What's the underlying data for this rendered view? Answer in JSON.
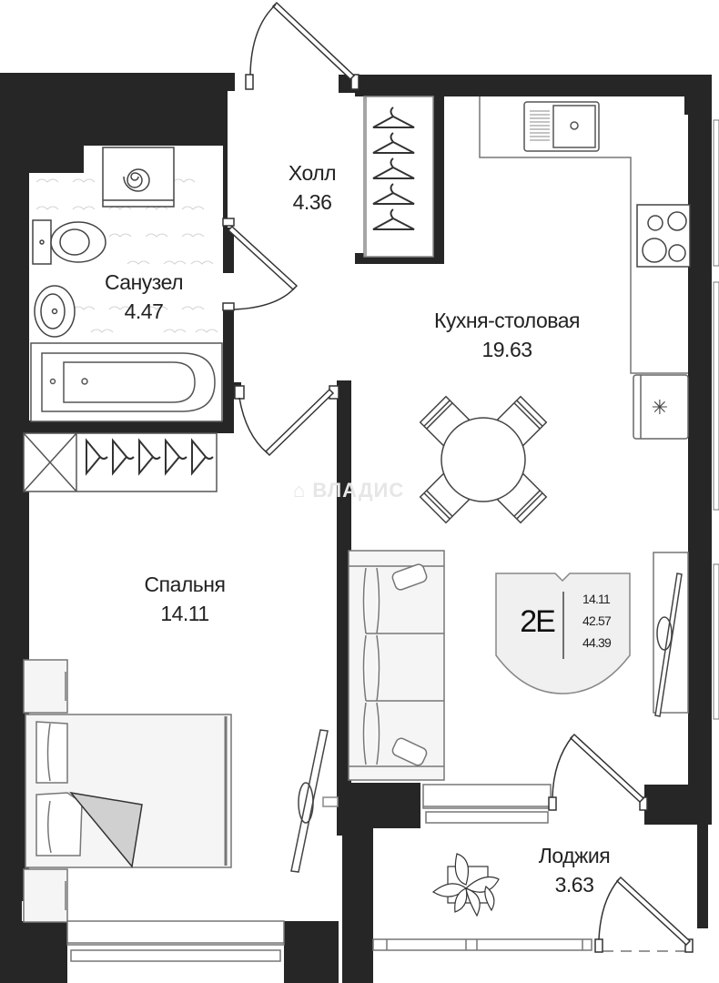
{
  "plan": {
    "type": "apartment-floor-plan",
    "unit_code": "2E",
    "unit_areas": {
      "living_area": "14.11",
      "total_area": "42.57",
      "total_area_with_loggia": "44.39"
    },
    "rooms": [
      {
        "id": "hall",
        "name": "Холл",
        "area": "4.36"
      },
      {
        "id": "bathroom",
        "name": "Санузел",
        "area": "4.47"
      },
      {
        "id": "kitchen",
        "name": "Кухня-столовая",
        "area": "19.63"
      },
      {
        "id": "bedroom",
        "name": "Спальня",
        "area": "14.11"
      },
      {
        "id": "loggia",
        "name": "Лоджия",
        "area": "3.63"
      }
    ],
    "watermark": "ВЛАДИС",
    "colors": {
      "wall": "#262626",
      "furniture_stroke": "#555555",
      "furniture_fill": "#f4f4f4",
      "badge_fill": "#f0f0f0",
      "text": "#222222"
    }
  }
}
